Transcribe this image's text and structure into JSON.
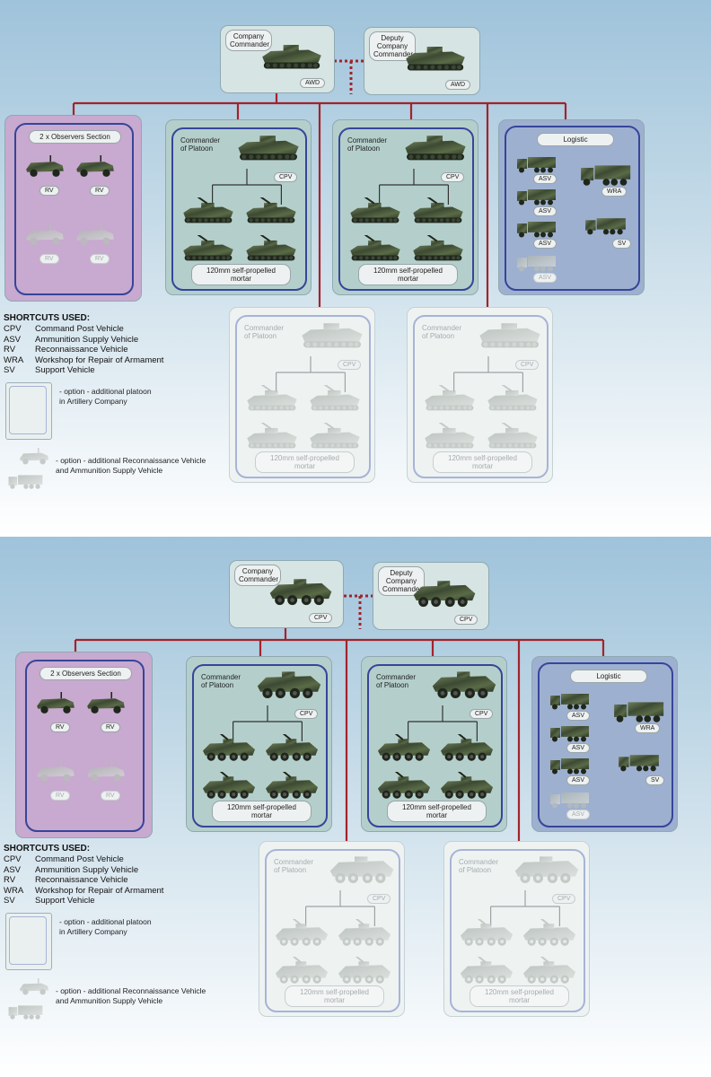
{
  "shortcuts_title": "SHORTCUTS USED:",
  "shortcuts": [
    {
      "abbr": "CPV",
      "text": "Command Post Vehicle"
    },
    {
      "abbr": "ASV",
      "text": "Ammunition Supply Vehicle"
    },
    {
      "abbr": "RV",
      "text": "Reconnaissance Vehicle"
    },
    {
      "abbr": "WRA",
      "text": "Workshop for Repair of Armament"
    },
    {
      "abbr": "SV",
      "text": "Support Vehicle"
    }
  ],
  "option_platoon_note": "- option - additional platoon\nin Artillery Company",
  "option_vehicle_note": "- option - additional Reconnaissance Vehicle\nand Ammunition Supply Vehicle",
  "company_commander": "Company\nCommander",
  "deputy_commander": "Deputy Company\nCommander",
  "observers_section": "2 x Observers Section",
  "platoon_commander": "Commander\nof Platoon",
  "mortar_label": "120mm self-propelled mortar",
  "logistic": "Logistic",
  "labels": {
    "cpv": "CPV",
    "awd": "AWD",
    "rv": "RV",
    "asv": "ASV",
    "wra": "WRA",
    "sv": "SV"
  },
  "colors": {
    "connector": "#a3232b",
    "frame": "#36459a",
    "observers_bg": "#c8a9cf",
    "platoon_bg": "#b4cfcb",
    "logistic_bg": "#9eb0cf"
  },
  "variants": [
    {
      "name": "tracked",
      "commander_vehicle_label": "AWD",
      "vehicle_icon": "tracked-vehicle-icon"
    },
    {
      "name": "wheeled",
      "commander_vehicle_label": "CPV",
      "vehicle_icon": "wheeled-vehicle-icon"
    }
  ]
}
